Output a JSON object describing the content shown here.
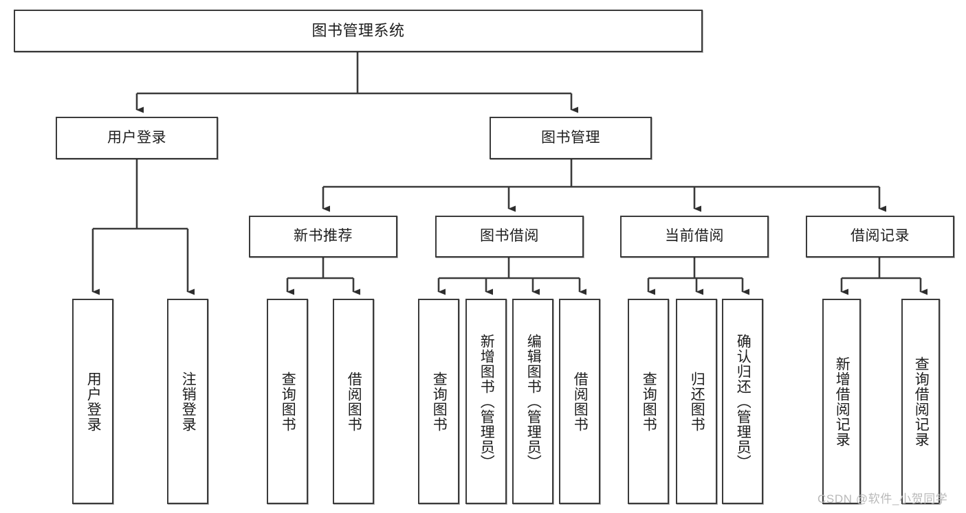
{
  "diagram": {
    "title": "图书管理系统",
    "watermark": "CSDN @软件_小贺同学",
    "stroke_color": "#3a3a3a",
    "text_color": "#1d1d1d",
    "background_color": "#ffffff",
    "watermark_color": "#b9b9b9"
  },
  "nodes": {
    "root": {
      "label": "图书管理系统"
    },
    "level1": [
      {
        "label": "用户登录"
      },
      {
        "label": "图书管理"
      }
    ],
    "level2": [
      {
        "label": "新书推荐"
      },
      {
        "label": "图书借阅"
      },
      {
        "label": "当前借阅"
      },
      {
        "label": "借阅记录"
      }
    ],
    "leaves": {
      "user_login": [
        {
          "label": "用户登录"
        },
        {
          "label": "注销登录"
        }
      ],
      "new_book_recommend": [
        {
          "label": "查询图书"
        },
        {
          "label": "借阅图书"
        }
      ],
      "book_borrow": [
        {
          "label": "查询图书"
        },
        {
          "label": "新增图书（管理员）"
        },
        {
          "label": "编辑图书（管理员）"
        },
        {
          "label": "借阅图书"
        }
      ],
      "current_borrow": [
        {
          "label": "查询图书"
        },
        {
          "label": "归还图书"
        },
        {
          "label": "确认归还（管理员）"
        }
      ],
      "borrow_record": [
        {
          "label": "新增借阅记录"
        },
        {
          "label": "查询借阅记录"
        }
      ]
    }
  }
}
